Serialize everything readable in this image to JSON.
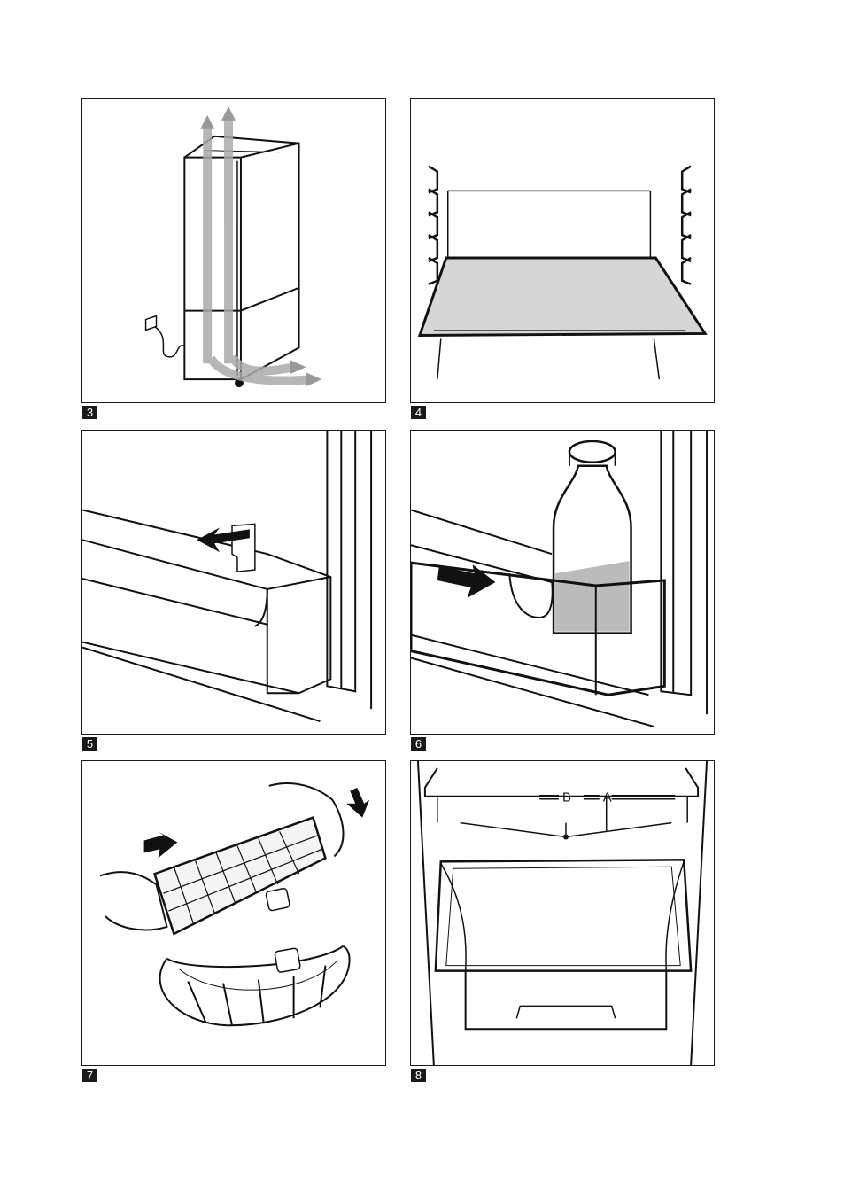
{
  "figures": [
    {
      "number": "3",
      "icon": "fridge-airflow-illustration"
    },
    {
      "number": "4",
      "icon": "glass-shelf-illustration"
    },
    {
      "number": "5",
      "icon": "door-shelf-removal-illustration"
    },
    {
      "number": "6",
      "icon": "bottle-holder-illustration"
    },
    {
      "number": "7",
      "icon": "ice-cube-tray-illustration"
    },
    {
      "number": "8",
      "icon": "freezer-drawer-illustration"
    }
  ],
  "figure8": {
    "label_b": "B",
    "label_a": "A"
  }
}
